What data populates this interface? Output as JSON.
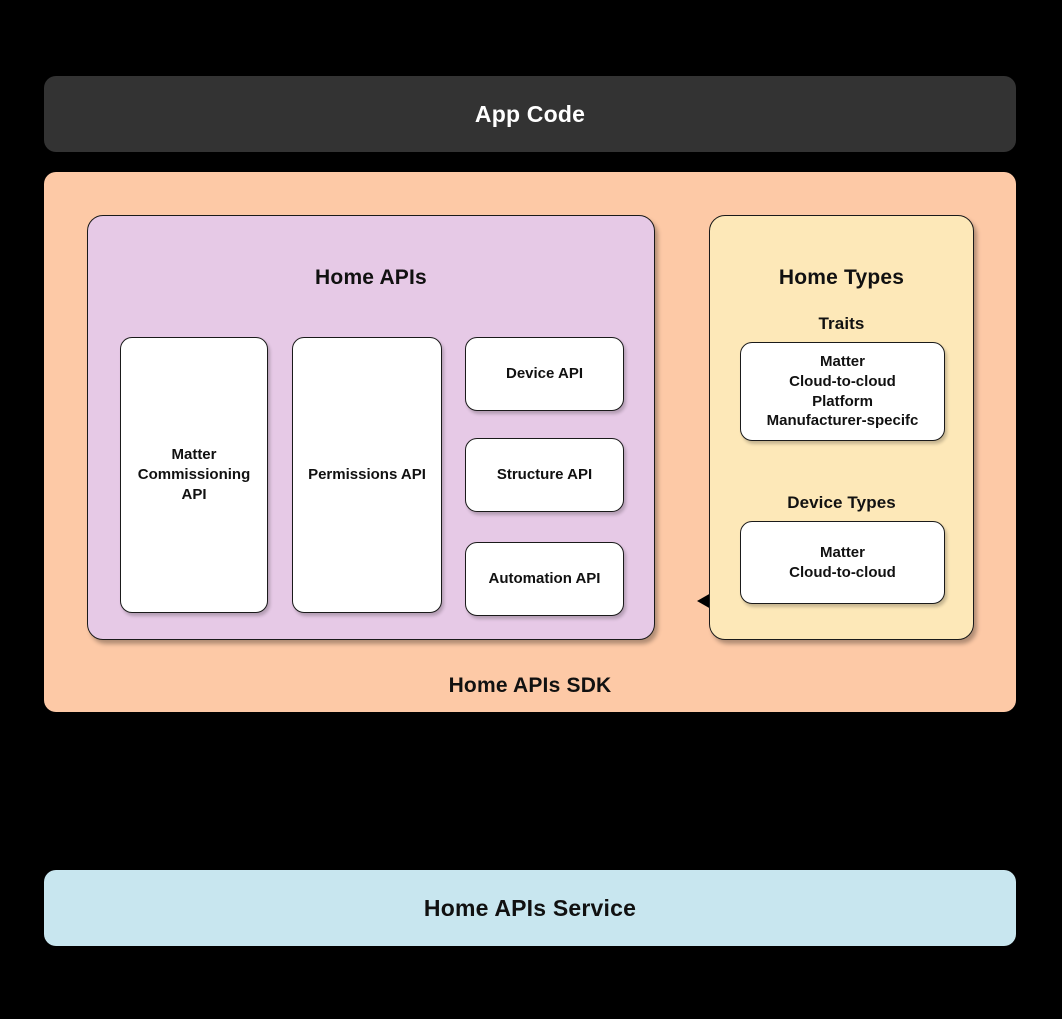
{
  "app_code": {
    "label": "App Code",
    "bg": "#333333",
    "text_color": "#ffffff"
  },
  "sdk": {
    "footer_label": "Home APIs SDK",
    "bg": "#fdc9a6"
  },
  "home_apis": {
    "title": "Home APIs",
    "bg": "#e6c9e6",
    "cards": [
      {
        "key": "matter-commissioning",
        "label": "Matter\nCommissioning\nAPI"
      },
      {
        "key": "permissions",
        "label": "Permissions API"
      },
      {
        "key": "device",
        "label": "Device API"
      },
      {
        "key": "structure",
        "label": "Structure API"
      },
      {
        "key": "automation",
        "label": "Automation API"
      }
    ]
  },
  "home_types": {
    "title": "Home Types",
    "bg": "#fde8b8",
    "traits": {
      "label": "Traits",
      "items": "Matter\nCloud-to-cloud\nPlatform\nManufacturer-specifc"
    },
    "device_types": {
      "label": "Device Types",
      "items": "Matter\nCloud-to-cloud"
    }
  },
  "connector": {
    "name": "bidirectional-arrow",
    "color": "#000000"
  },
  "service": {
    "label": "Home APIs Service",
    "bg": "#c8e6ef",
    "text_color": "#111111"
  },
  "canvas": {
    "bg": "#000000"
  }
}
